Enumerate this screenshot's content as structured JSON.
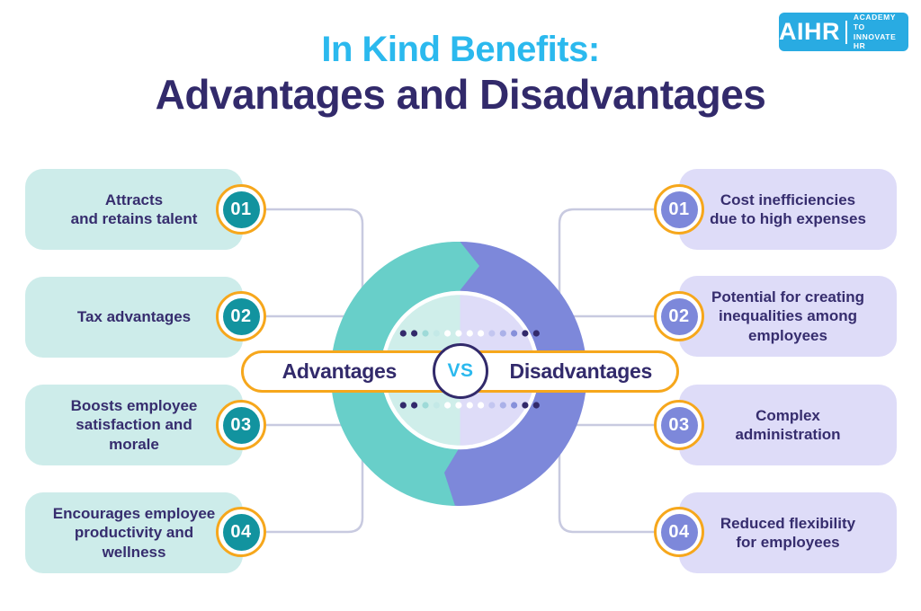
{
  "header": {
    "title_accent": "In Kind Benefits:",
    "title_main": "Advantages and Disadvantages"
  },
  "logo": {
    "brand": "AIHR",
    "tagline_line1": "ACADEMY TO",
    "tagline_line2": "INNOVATE HR"
  },
  "versus": {
    "left_label": "Advantages",
    "vs_label": "VS",
    "right_label": "Disadvantages"
  },
  "advantages": [
    {
      "number": "01",
      "label": "Attracts\nand retains talent"
    },
    {
      "number": "02",
      "label": "Tax advantages"
    },
    {
      "number": "03",
      "label": "Boosts employee\nsatisfaction and\nmorale"
    },
    {
      "number": "04",
      "label": "Encourages employee\nproductivity and\nwellness"
    }
  ],
  "disadvantages": [
    {
      "number": "01",
      "label": "Cost inefficiencies\ndue to high expenses"
    },
    {
      "number": "02",
      "label": "Potential for creating\ninequalities among\nemployees"
    },
    {
      "number": "03",
      "label": "Complex\nadministration"
    },
    {
      "number": "04",
      "label": "Reduced flexibility\nfor employees"
    }
  ],
  "colors": {
    "title_accent": "#2bb9ee",
    "title_main": "#322a6b",
    "advantage_box_bg": "#cdecea",
    "disadvantage_box_bg": "#dedcf8",
    "advantage_badge": "#12939f",
    "disadvantage_badge": "#7d88da",
    "badge_ring": "#f6a71c",
    "outer_circle_left": "#68cfc9",
    "outer_circle_right": "#7d88da",
    "inner_circle_left": "#cfeeea",
    "inner_circle_right": "#dedcf8",
    "connector": "#c8cae0",
    "logo_bg": "#29abe2",
    "vs_text": "#2bb9ee"
  },
  "dots": {
    "row_ys": [
      371,
      451
    ],
    "x_start": 448.3,
    "x_step": 12.33,
    "radius": 3.6,
    "colors": [
      "#332a6b",
      "#332a6b",
      "#9edad8",
      "#c4e9e7",
      "#ffffff",
      "#ffffff",
      "#ffffff",
      "#ffffff",
      "#c3c6f0",
      "#aab1e8",
      "#8690da",
      "#332a6b",
      "#332a6b"
    ]
  }
}
